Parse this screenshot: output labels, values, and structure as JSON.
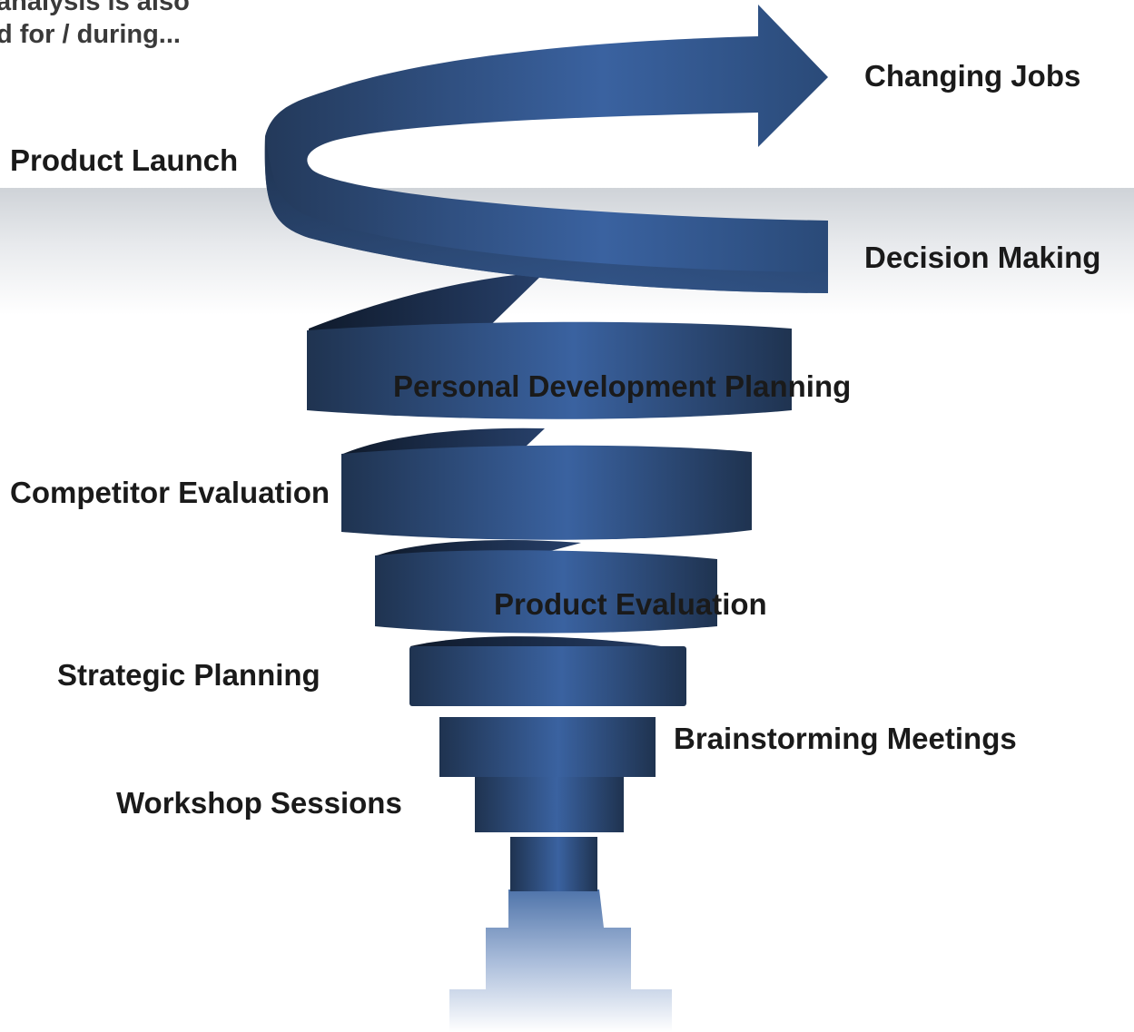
{
  "header_text": {
    "line1": "analysis is also",
    "line2": "d for / during..."
  },
  "labels": {
    "changing_jobs": "Changing Jobs",
    "product_launch": "Product Launch",
    "decision_making": "Decision Making",
    "personal_development_planning": "Personal Development Planning",
    "competitor_evaluation": "Competitor Evaluation",
    "product_evaluation": "Product Evaluation",
    "strategic_planning": "Strategic Planning",
    "brainstorming_meetings": "Brainstorming Meetings",
    "workshop_sessions": "Workshop Sessions"
  },
  "colors": {
    "ribbon_dark": "#1f3350",
    "ribbon_mid": "#2f5486",
    "ribbon_light": "#3a62a0",
    "inner_dark": "#0f1a2b",
    "base_light": "#c6d4ea",
    "band_gray": "#d5d8dc",
    "text": "#1a1a1a"
  }
}
